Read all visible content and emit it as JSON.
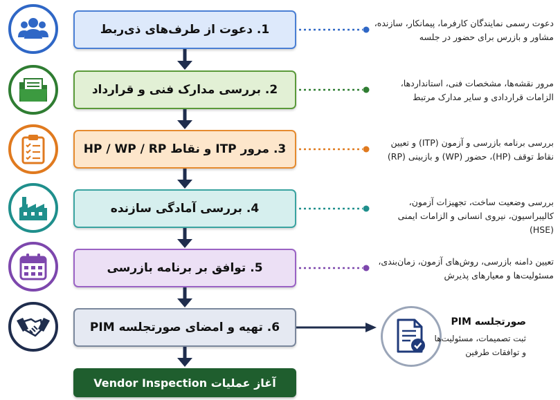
{
  "steps": [
    {
      "title": "1. دعوت از طرف‌های ذی‌ربط",
      "description": "دعوت رسمی نمایندگان کارفرما، پیمانکار، سازنده، مشاور و بازرس برای حضور در جلسه",
      "icon": "people-icon"
    },
    {
      "title": "2. بررسی مدارک فنی و قرارداد",
      "description": "مرور نقشه‌ها، مشخصات فنی، استانداردها، الزامات قراردادی و سایر مدارک مرتبط",
      "icon": "folder-documents-icon"
    },
    {
      "title": "3.  مرور ITP و نقاط HP / WP / RP",
      "description": "بررسی برنامه بازرسی و آزمون (ITP) و تعیین نقاط توقف (HP)، حضور (WP) و بازبینی (RP)",
      "icon": "clipboard-checklist-icon"
    },
    {
      "title": "4. بررسی آمادگی سازنده",
      "description": "بررسی وضعیت ساخت، تجهیزات آزمون، کالیبراسیون، نیروی انسانی و الزامات ایمنی (HSE)",
      "icon": "factory-icon"
    },
    {
      "title": "5. توافق بر برنامه بازرسی",
      "description": "تعیین دامنه بازرسی، روش‌های آزمون، زمان‌بندی، مسئولیت‌ها و معیارهای پذیرش",
      "icon": "calendar-icon"
    },
    {
      "title": "6. تهیه و امضای صورتجلسه PIM",
      "description": "",
      "icon": "handshake-icon"
    }
  ],
  "final": {
    "title": "آغاز عملیات Vendor Inspection"
  },
  "pim": {
    "title": "صورتجلسه PIM",
    "description": "ثبت تصمیمات، مسئولیت‌ها و توافقات طرفین",
    "icon": "document-check-icon"
  },
  "colors": {
    "step1": {
      "fill": "#dde9fb",
      "border": "#4a7fd4",
      "icon": "#2f67c6"
    },
    "step2": {
      "fill": "#e2f0d5",
      "border": "#5a9a3a",
      "icon": "#2f7d32"
    },
    "step3": {
      "fill": "#fde6cb",
      "border": "#e58a2e",
      "icon": "#e07a1f"
    },
    "step4": {
      "fill": "#d6efee",
      "border": "#3aa3a0",
      "icon": "#1f8f8c"
    },
    "step5": {
      "fill": "#ece0f5",
      "border": "#9a62c4",
      "icon": "#7d47ad"
    },
    "step6": {
      "fill": "#e5e9f2",
      "border": "#7a879c",
      "icon": "#1f2d4d"
    },
    "final": "#1f5e2e",
    "arrow": "#1f2d4d"
  }
}
